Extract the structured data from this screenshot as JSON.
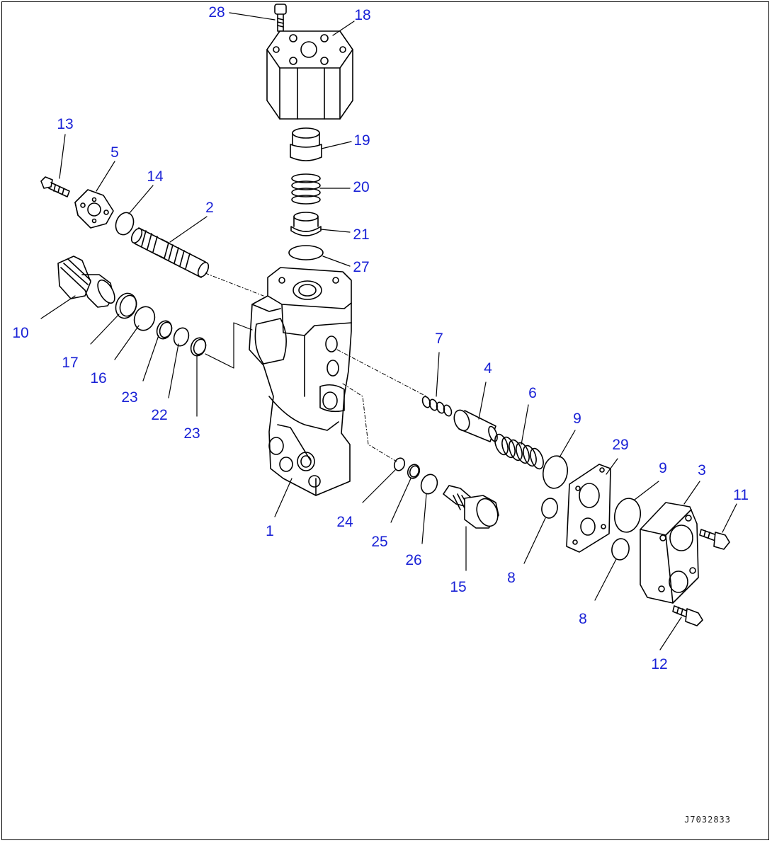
{
  "diagram": {
    "type": "exploded-parts-view",
    "line_color": "#000000",
    "label_color": "#1a22d6",
    "drawing_code": "J7032833",
    "callouts": [
      "28",
      "18",
      "19",
      "20",
      "21",
      "27",
      "13",
      "5",
      "14",
      "2",
      "10",
      "17",
      "16",
      "23",
      "22",
      "23",
      "7",
      "4",
      "6",
      "9",
      "29",
      "9",
      "3",
      "11",
      "24",
      "25",
      "26",
      "15",
      "8",
      "8",
      "12",
      "1"
    ]
  }
}
